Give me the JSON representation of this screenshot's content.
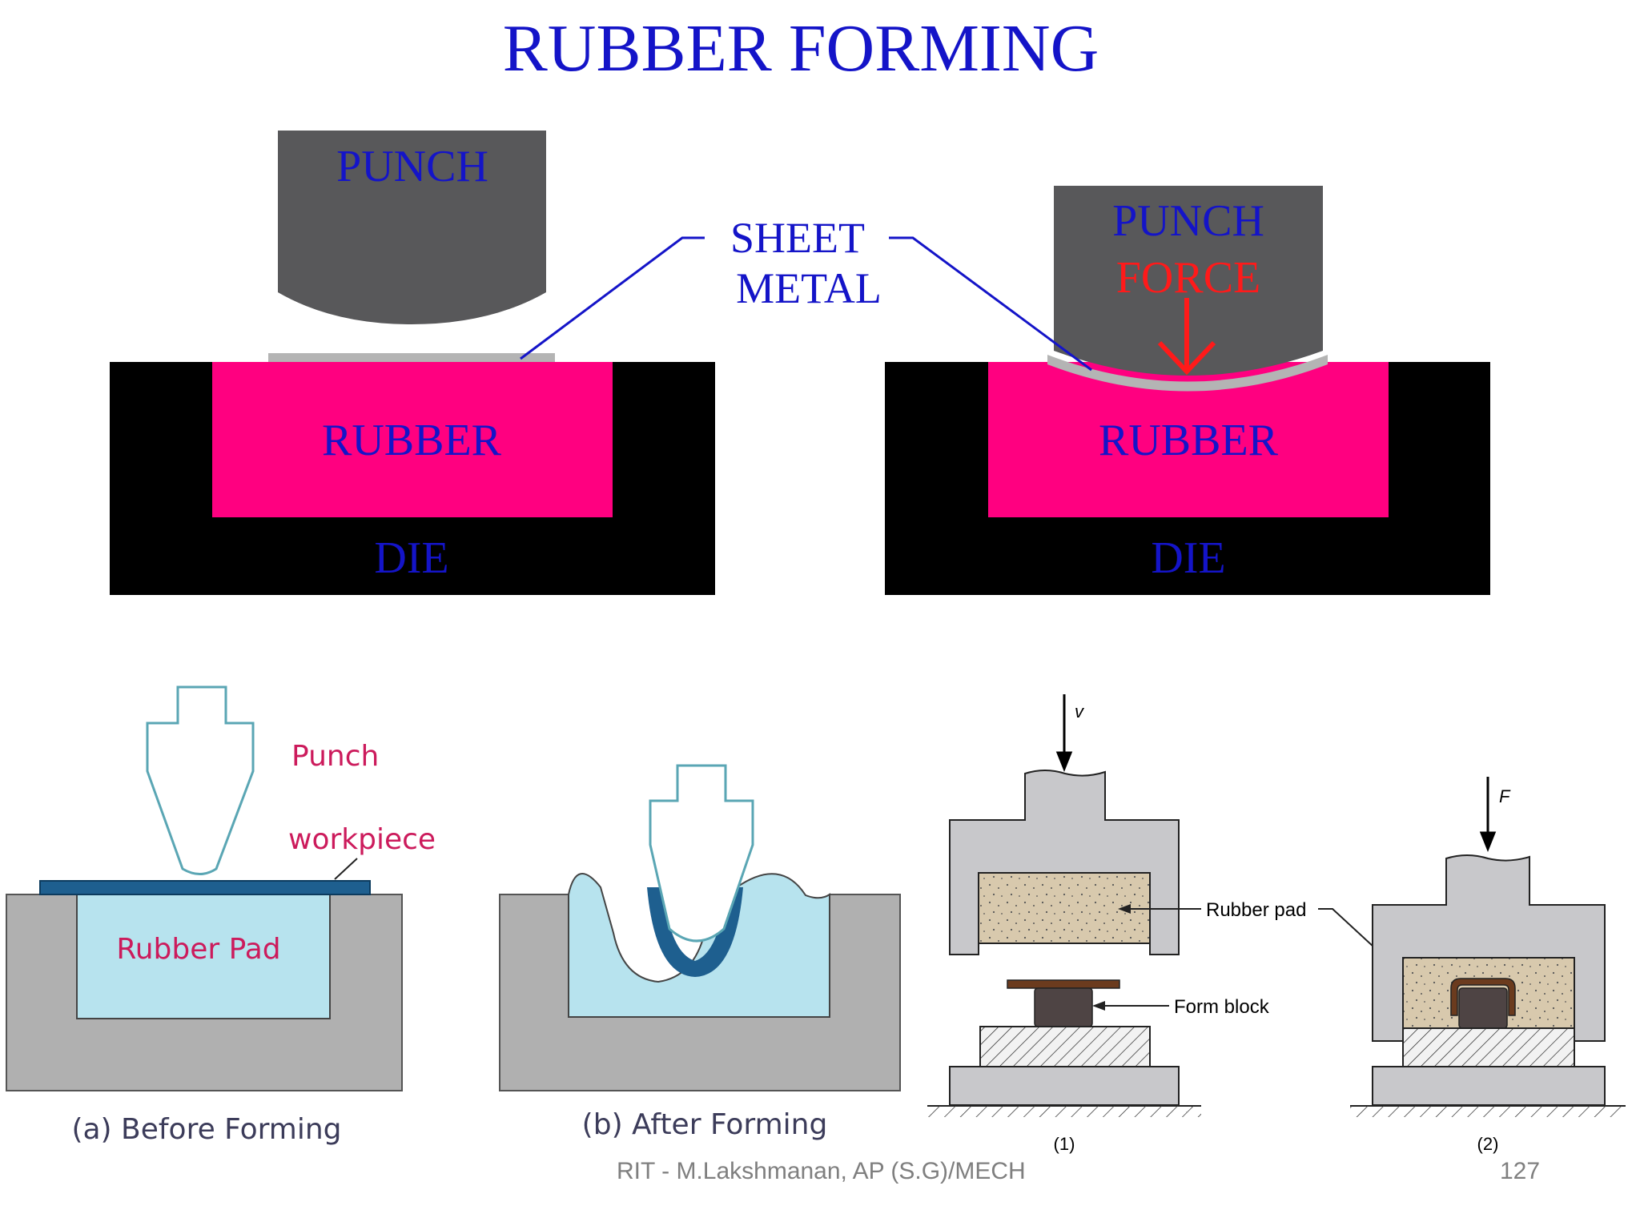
{
  "title": "RUBBER FORMING",
  "top_diagram": {
    "left": {
      "punch_label": "PUNCH",
      "rubber_label": "RUBBER",
      "die_label": "DIE"
    },
    "right": {
      "punch_label": "PUNCH",
      "force_label": "FORCE",
      "rubber_label": "RUBBER",
      "die_label": "DIE"
    },
    "sheet_metal_label_line1": "SHEET",
    "sheet_metal_label_line2": "METAL",
    "colors": {
      "punch": "#58585a",
      "rubber": "#ff0080",
      "die": "#000000",
      "text": "#1414c8",
      "force": "#ff1a1a",
      "sheet": "#b4b4b4"
    }
  },
  "bottom_left": {
    "punch_label": "Punch",
    "workpiece_label": "workpiece",
    "rubber_pad_label": "Rubber Pad",
    "caption_a": "(a) Before Forming",
    "caption_b": "(b) After Forming",
    "colors": {
      "label": "#cc1b5c",
      "pad": "#b7e3ee",
      "container": "#b0b0b0",
      "workpiece": "#1e5f8f"
    }
  },
  "bottom_right": {
    "velocity_label": "v",
    "force_label": "F",
    "rubber_pad_label": "Rubber pad",
    "form_block_label": "Form block",
    "caption_1": "(1)",
    "caption_2": "(2)"
  },
  "footer": {
    "author": "RIT - M.Lakshmanan, AP (S.G)/MECH",
    "page_number": "127"
  }
}
